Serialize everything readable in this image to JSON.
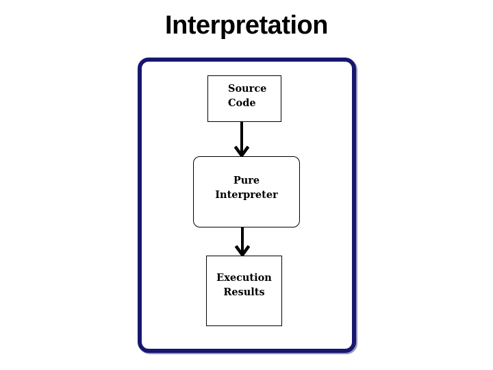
{
  "title": "Interpretation",
  "colors": {
    "background": "#ffffff",
    "frame_border": "#171770",
    "node_border": "#000000",
    "node_fill": "#ffffff",
    "arrow": "#000000",
    "title_text": "#000000",
    "node_text": "#000000"
  },
  "diagram": {
    "nodes": [
      {
        "id": "source-code",
        "shape": "rectangle",
        "lines": [
          "Source",
          "Code"
        ]
      },
      {
        "id": "pure-interpreter",
        "shape": "rounded-rectangle",
        "lines": [
          "Pure",
          "Interpreter"
        ]
      },
      {
        "id": "execution-results",
        "shape": "rectangle",
        "lines": [
          "Execution",
          "Results"
        ]
      }
    ],
    "edges": [
      {
        "from": "source-code",
        "to": "pure-interpreter",
        "direction": "down"
      },
      {
        "from": "pure-interpreter",
        "to": "execution-results",
        "direction": "down"
      }
    ]
  }
}
